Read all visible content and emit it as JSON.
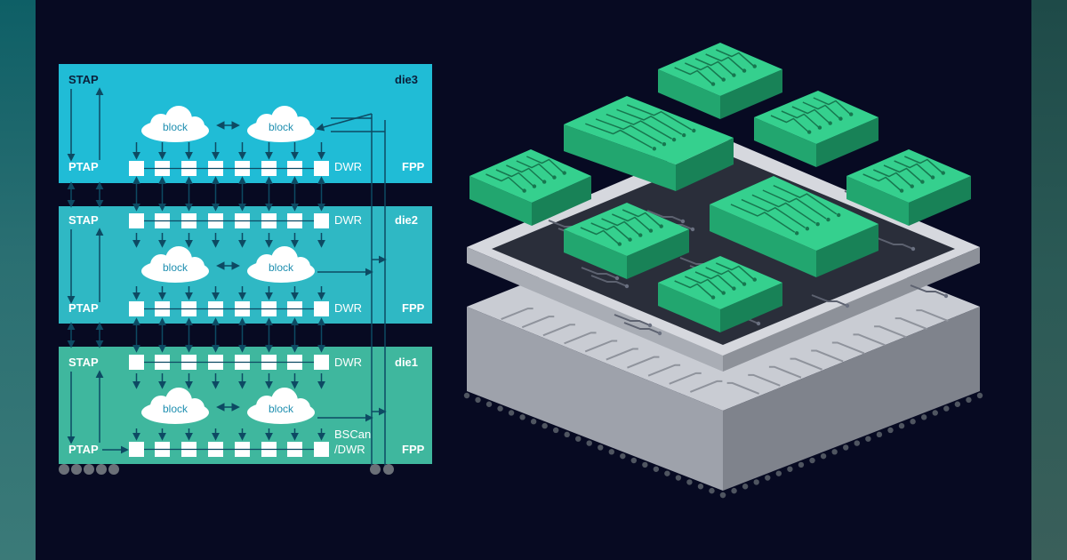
{
  "dies": [
    {
      "name": "die3",
      "top_label": "STAP",
      "bottom_label": "PTAP",
      "fpp_label": "FPP",
      "top_dwr_label": "",
      "bottom_dwr_label": "DWR",
      "block_labels": [
        "block",
        "block"
      ],
      "bottom_dwr_cells": 8,
      "top_dwr_cells": 0
    },
    {
      "name": "die2",
      "top_label": "STAP",
      "bottom_label": "PTAP",
      "fpp_label": "FPP",
      "top_dwr_label": "DWR",
      "bottom_dwr_label": "DWR",
      "block_labels": [
        "block",
        "block"
      ],
      "bottom_dwr_cells": 8,
      "top_dwr_cells": 8
    },
    {
      "name": "die1",
      "top_label": "STAP",
      "bottom_label": "PTAP",
      "fpp_label": "FPP",
      "top_dwr_label": "DWR",
      "bottom_dwr_label_lines": [
        "BSCan",
        "/DWR"
      ],
      "block_labels": [
        "block",
        "block"
      ],
      "bottom_dwr_cells": 8,
      "top_dwr_cells": 8
    }
  ],
  "colors": {
    "background": "#070a22",
    "die3": "#20bcd6",
    "die2": "#2fb8c4",
    "die1": "#3fb79e",
    "arrow": "#0d4a63",
    "pin": "#6b7078",
    "chip_green": "#35d08e",
    "chip_base": "#b8bcc4",
    "chip_board": "#2a2e3a"
  },
  "illustration": "3D stacked chiplet package"
}
